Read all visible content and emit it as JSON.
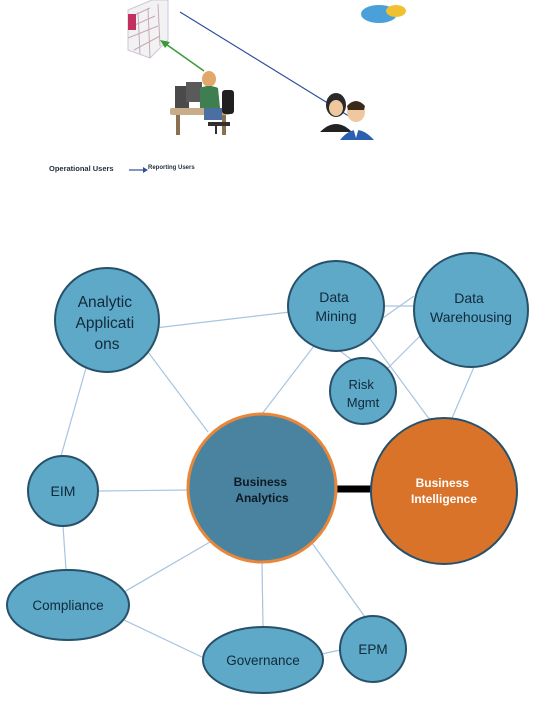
{
  "colors": {
    "node_fill": "#5ea8c8",
    "node_stroke": "#27516a",
    "ba_fill": "#4a83a0",
    "ba_stroke": "#e8873a",
    "bi_fill": "#d9732a",
    "edge": "#a8c4e0",
    "arrow_green": "#3a9a3a",
    "arrow_blue": "#2e4f9e"
  },
  "legend": {
    "operational": "Operational Users",
    "reporting": "Reporting Users"
  },
  "nodes": {
    "analytic": [
      "Analytic",
      "Applicati",
      "ons"
    ],
    "dm": [
      "Data",
      "Mining"
    ],
    "dw": [
      "Data",
      "Warehousing"
    ],
    "risk": [
      "Risk",
      "Mgmt"
    ],
    "eim": "EIM",
    "ba": [
      "Business",
      "Analytics"
    ],
    "bi": [
      "Business",
      "Intelligence"
    ],
    "compliance": "Compliance",
    "governance": "Governance",
    "epm": "EPM"
  }
}
